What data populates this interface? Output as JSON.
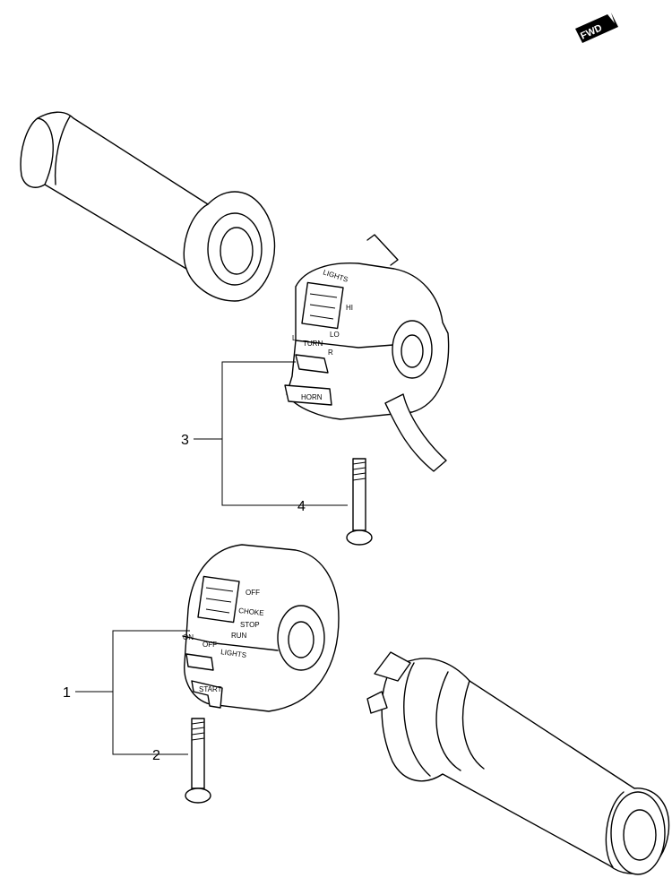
{
  "fwd_badge": {
    "text": "FWD"
  },
  "callouts": [
    {
      "id": "1",
      "label": "1"
    },
    {
      "id": "2",
      "label": "2"
    },
    {
      "id": "3",
      "label": "3"
    },
    {
      "id": "4",
      "label": "4"
    }
  ],
  "left_switch": {
    "lights_label": "LIGHTS",
    "hi_label": "HI",
    "lo_label": "LO",
    "turn_label": "TURN",
    "l_label": "L",
    "r_label": "R",
    "horn_label": "HORN"
  },
  "right_switch": {
    "off_label": "OFF",
    "choke_label": "CHOKE",
    "stop_label": "STOP",
    "run_label": "RUN",
    "on_label": "ON",
    "off2_label": "OFF",
    "lights_label": "LIGHTS",
    "start_label": "START"
  }
}
